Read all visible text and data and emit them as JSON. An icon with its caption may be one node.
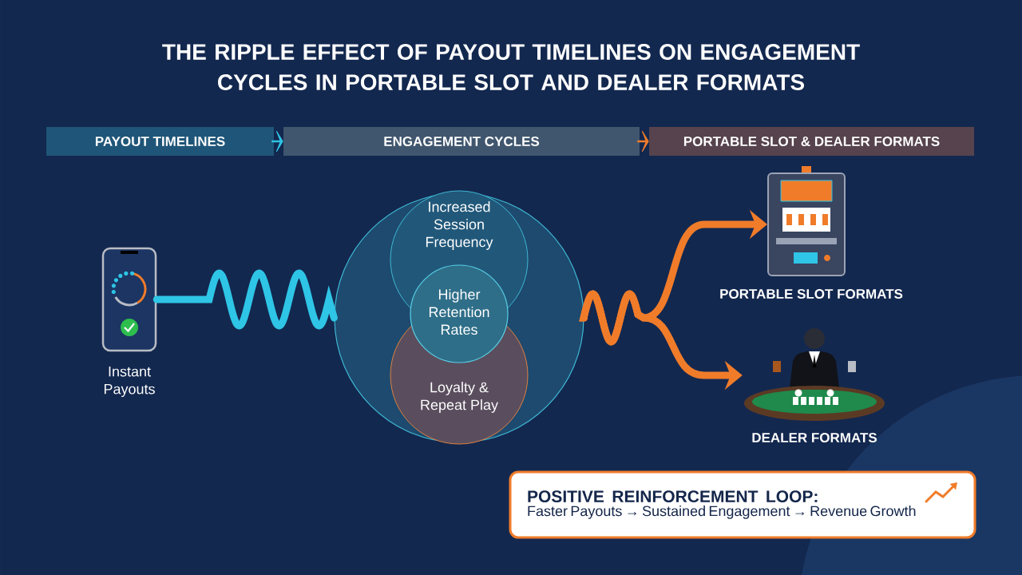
{
  "diagram": {
    "title": "THE RIPPLE EFFECT OF PAYOUT TIMELINES ON ENGAGEMENT CYCLES IN PORTABLE SLOT AND DEALER FORMATS",
    "nodes": [
      {
        "text": [
          "PAYOUT TIMELINES"
        ]
      },
      {
        "text": [
          "ENGAGEMENT CYCLES"
        ]
      },
      {
        "text": [
          "PORTABLE SLOT & DEALER FORMATS"
        ]
      },
      {
        "text": [],
        "shape": "picture",
        "beside": [
          "Instant Payouts"
        ]
      },
      {
        "text": [],
        "shape": "circle"
      },
      {
        "text": [
          "Increased Session Frequency"
        ],
        "in": 4
      },
      {
        "text": [
          "Higher Retention Rates"
        ],
        "in": 4
      },
      {
        "text": [
          "Loyalty & Repeat Play"
        ],
        "in": 4
      },
      {
        "text": [],
        "shape": "picture",
        "beside": [
          "PORTABLE SLOT FORMATS"
        ]
      },
      {
        "text": [],
        "shape": "picture",
        "beside": [
          "DEALER FORMATS"
        ]
      },
      {
        "text": [
          "POSITIVE REINFORCEMENT LOOP:",
          "Faster Payouts → Sustained Engagement → Revenue Growth"
        ]
      }
    ],
    "edges": [
      {
        "from": 0,
        "to": 1,
        "arrow": "to",
        "color": "#2ec5e6"
      },
      {
        "from": 1,
        "to": 2,
        "arrow": "to",
        "color": "#f07c2a"
      },
      {
        "from": 3,
        "to": 4,
        "arrow": "none",
        "color": "#2ec5e6"
      },
      {
        "from": 4,
        "to": 8,
        "arrow": "to",
        "color": "#f07c2a"
      },
      {
        "from": 4,
        "to": 9,
        "arrow": "to",
        "color": "#f07c2a"
      }
    ]
  }
}
